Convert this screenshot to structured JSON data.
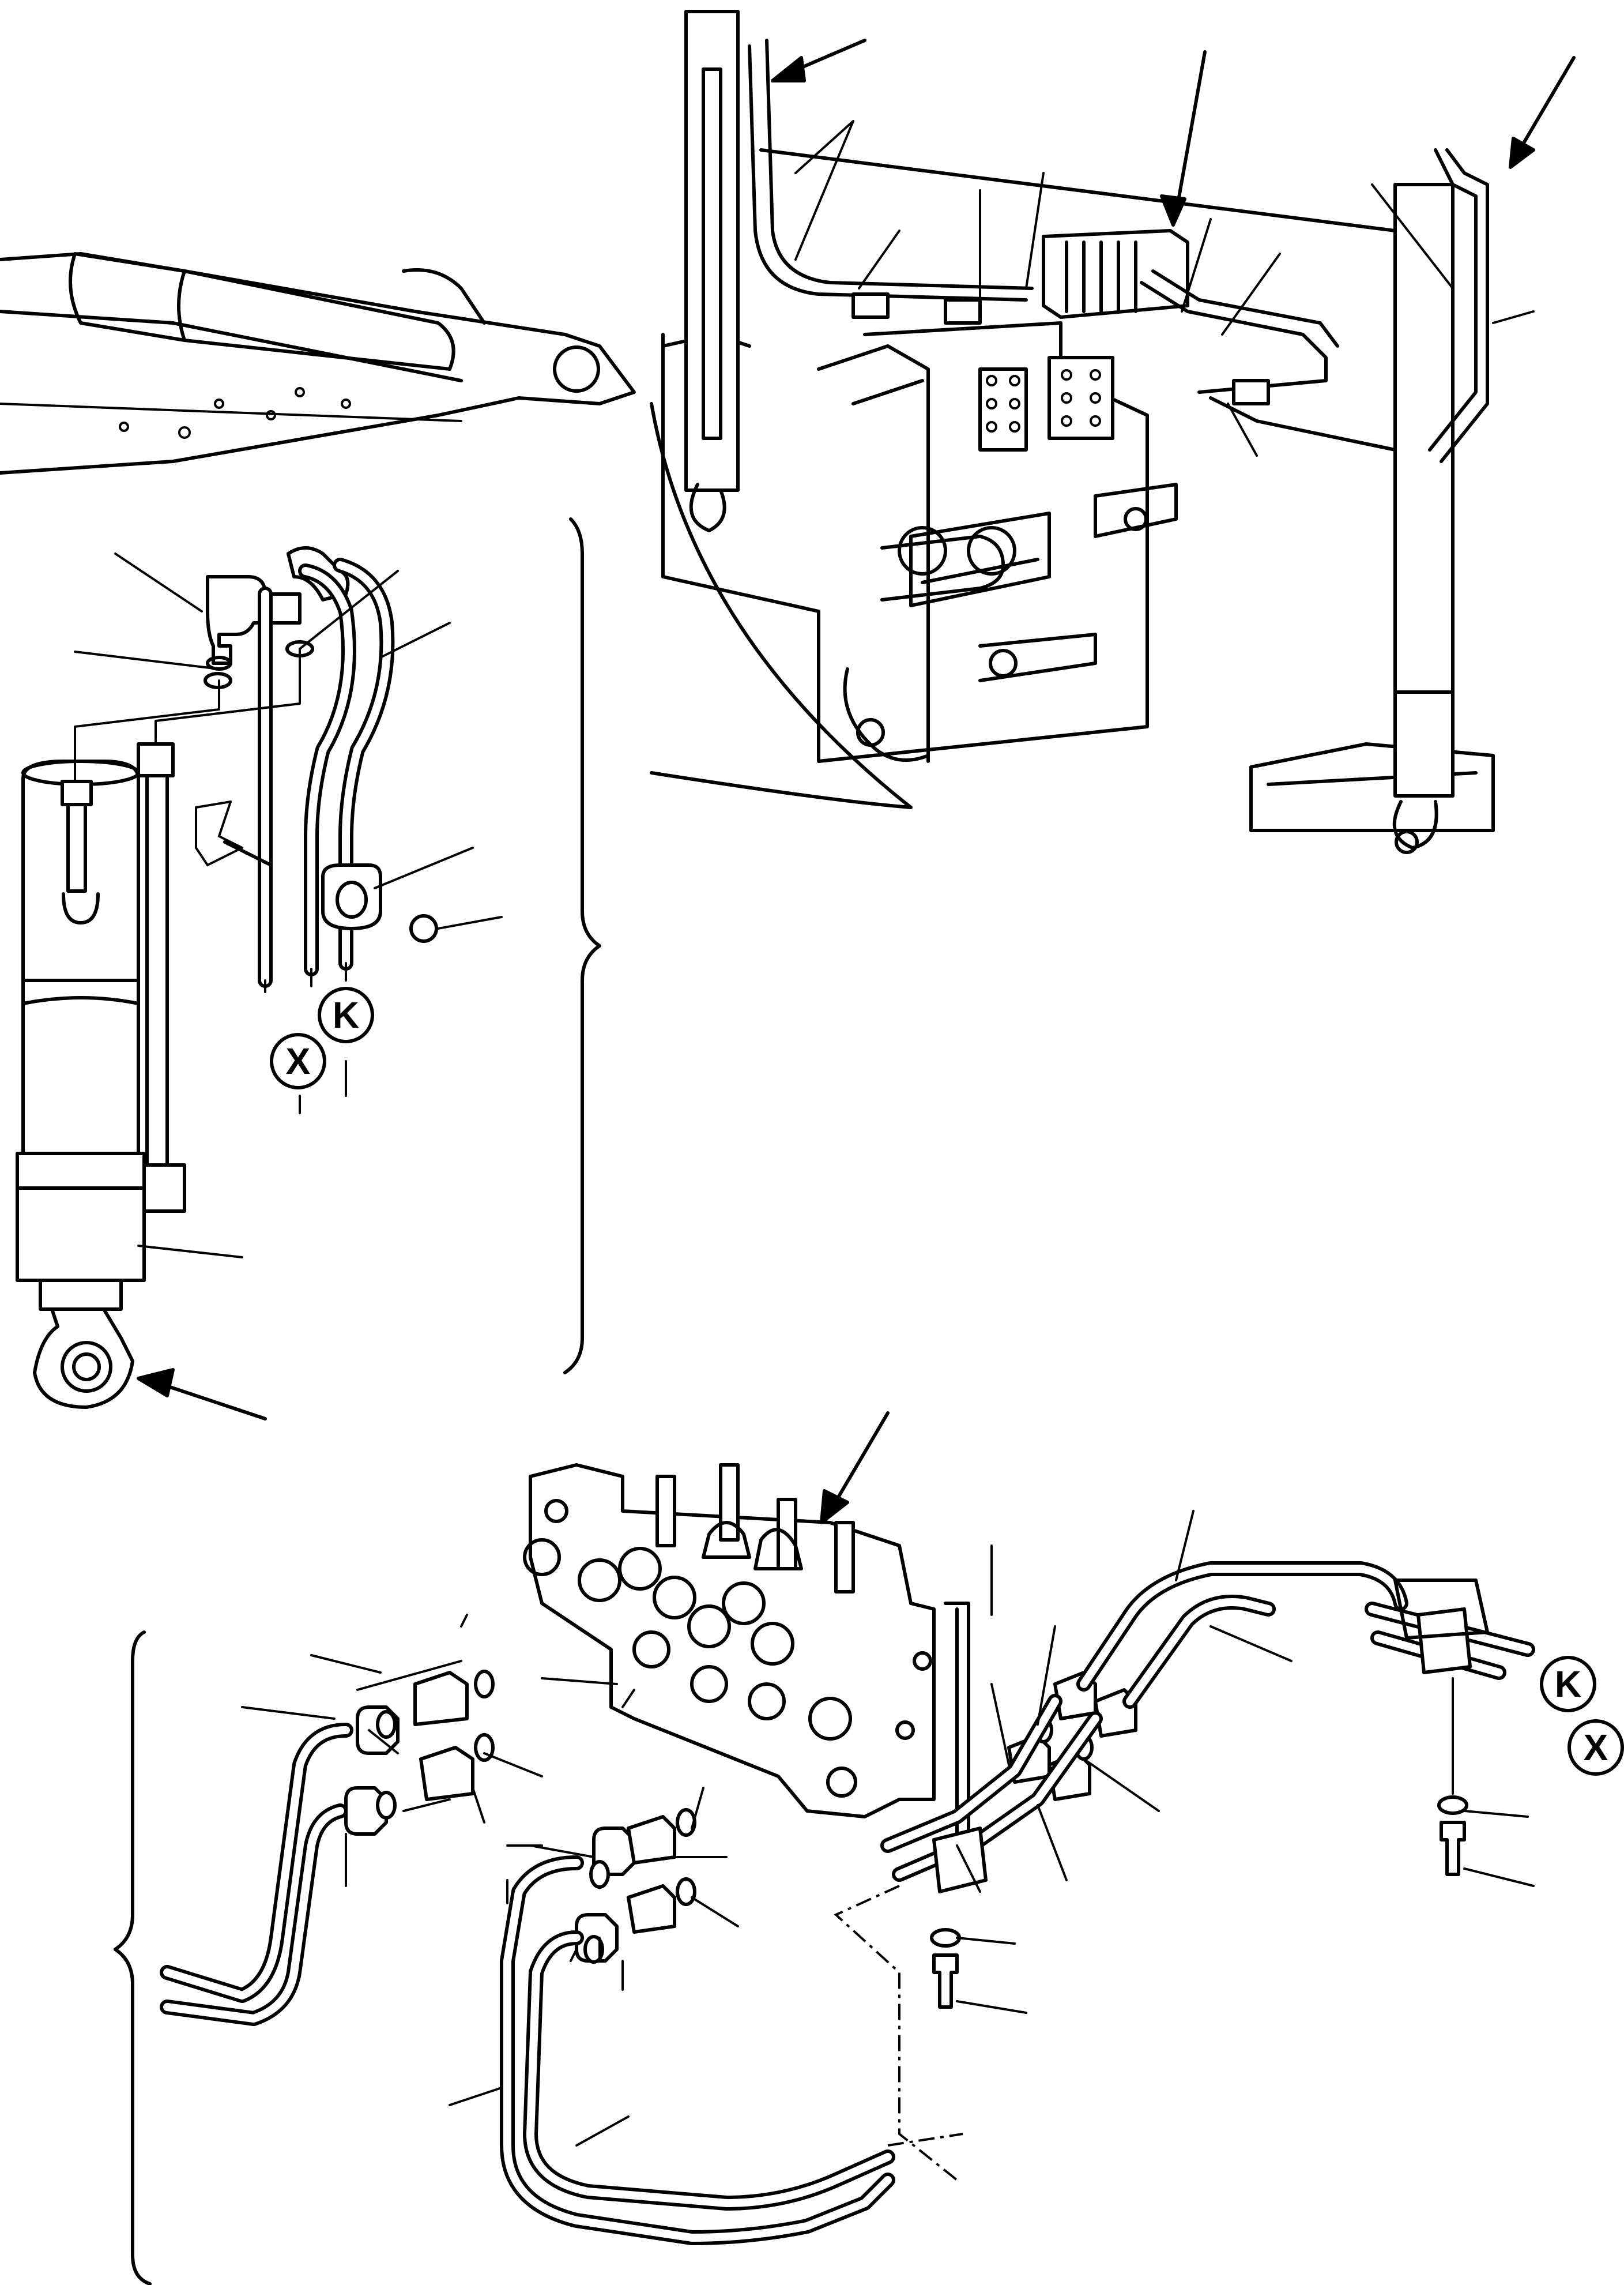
{
  "markers": {
    "k_upper": "K",
    "x_upper": "X",
    "k_lower": "K",
    "x_lower": "X"
  },
  "colors": {
    "line": "#000000",
    "background": "#ffffff"
  }
}
